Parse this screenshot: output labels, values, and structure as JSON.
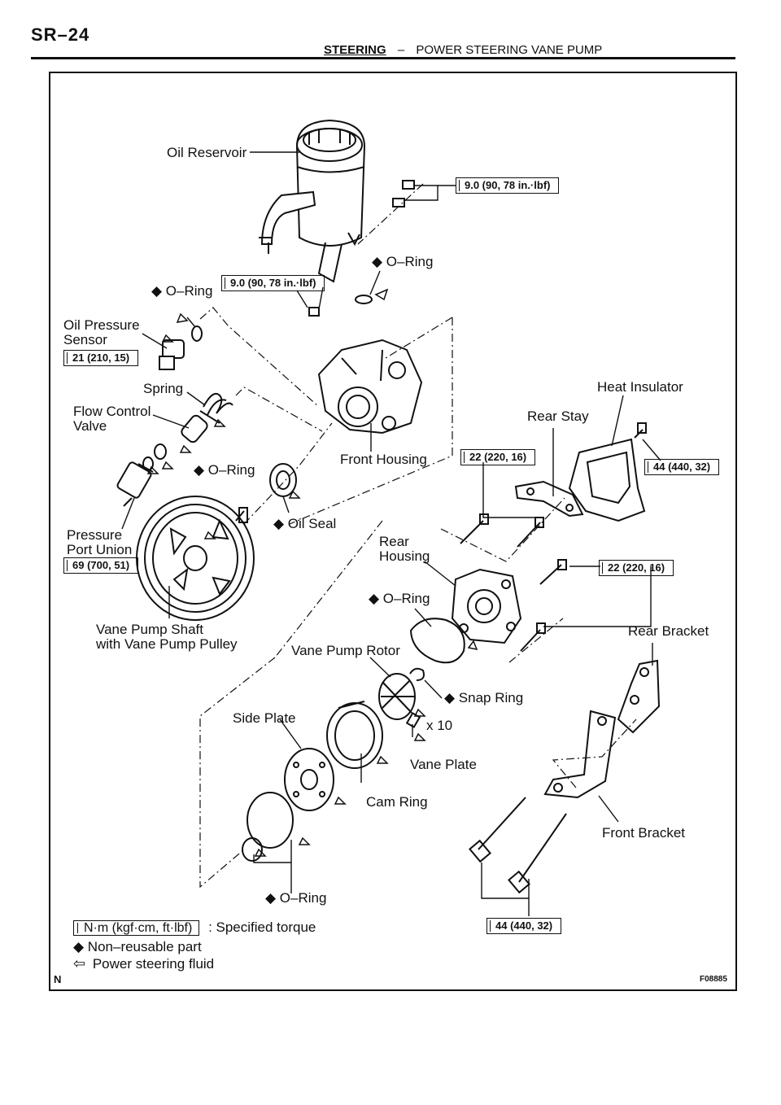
{
  "header": {
    "page_number": "SR–24",
    "section": "STEERING",
    "separator": "–",
    "subsection": "POWER STEERING VANE PUMP"
  },
  "labels": {
    "oil_reservoir": "Oil Reservoir",
    "o_ring_reservoir": "◆ O–Ring",
    "o_ring_sensor": "◆ O–Ring",
    "oil_pressure_sensor_1": "Oil Pressure",
    "oil_pressure_sensor_2": "Sensor",
    "spring": "Spring",
    "flow_control_valve_1": "Flow Control",
    "flow_control_valve_2": "Valve",
    "o_ring_union": "◆ O–Ring",
    "front_housing": "Front Housing",
    "oil_seal": "◆ Oil Seal",
    "pressure_port_union_1": "Pressure",
    "pressure_port_union_2": "Port Union",
    "rear_housing_1": "Rear",
    "rear_housing_2": "Housing",
    "o_ring_rear": "◆ O–Ring",
    "vane_pump_shaft_1": "Vane Pump Shaft",
    "vane_pump_shaft_2": "with Vane Pump Pulley",
    "vane_pump_rotor": "Vane Pump Rotor",
    "snap_ring": "◆ Snap Ring",
    "side_plate": "Side Plate",
    "vane_qty": "x 10",
    "vane_plate": "Vane Plate",
    "cam_ring": "Cam Ring",
    "o_ring_bottom": "◆ O–Ring",
    "heat_insulator": "Heat Insulator",
    "rear_stay": "Rear Stay",
    "rear_bracket": "Rear Bracket",
    "front_bracket": "Front Bracket"
  },
  "torques": {
    "reservoir_upper": "9.0 (90, 78 in.·lbf)",
    "reservoir_lower": "9.0 (90, 78 in.·lbf)",
    "oil_pressure_sensor": "21 (210, 15)",
    "pressure_port_union": "69 (700, 51)",
    "rear_stay_bolts": "22 (220, 16)",
    "heat_insulator_bolt": "44 (440, 32)",
    "rear_bracket_bolts": "22 (220, 16)",
    "front_bracket_bolts": "44 (440, 32)"
  },
  "legend": {
    "torque_unit": "N·m (kgf·cm, ft·lbf)",
    "torque_desc": ": Specified torque",
    "non_reusable": "◆ Non–reusable part",
    "fluid_arrow": "⇦",
    "fluid": "Power steering fluid"
  },
  "footer": {
    "corner_mark": "N",
    "figure_code": "F08885"
  }
}
